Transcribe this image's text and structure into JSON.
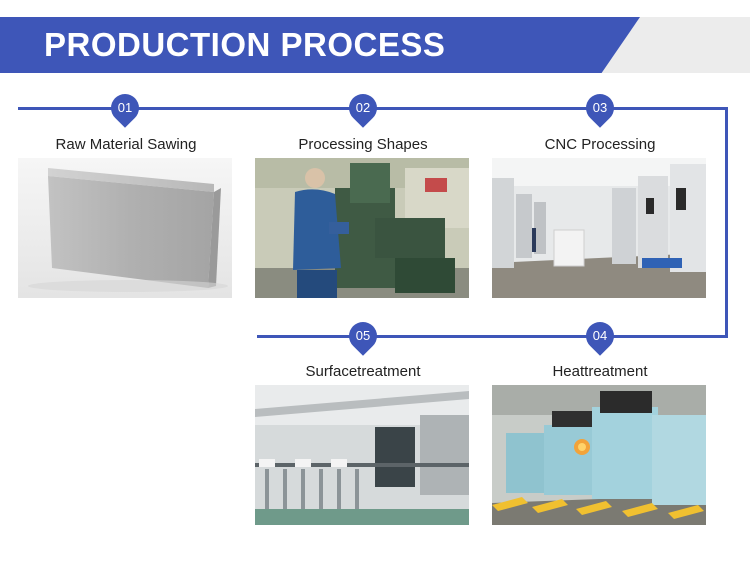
{
  "banner": {
    "title": "PRODUCTION PROCESS"
  },
  "steps": [
    {
      "number": "01",
      "title": "Raw Material Sawing"
    },
    {
      "number": "02",
      "title": "Processing Shapes"
    },
    {
      "number": "03",
      "title": "CNC Processing"
    },
    {
      "number": "04",
      "title": "Heattreatment"
    },
    {
      "number": "05",
      "title": "Surfacetreatment"
    }
  ],
  "colors": {
    "accent": "#3e56b8",
    "banner_grey": "#ececec"
  }
}
